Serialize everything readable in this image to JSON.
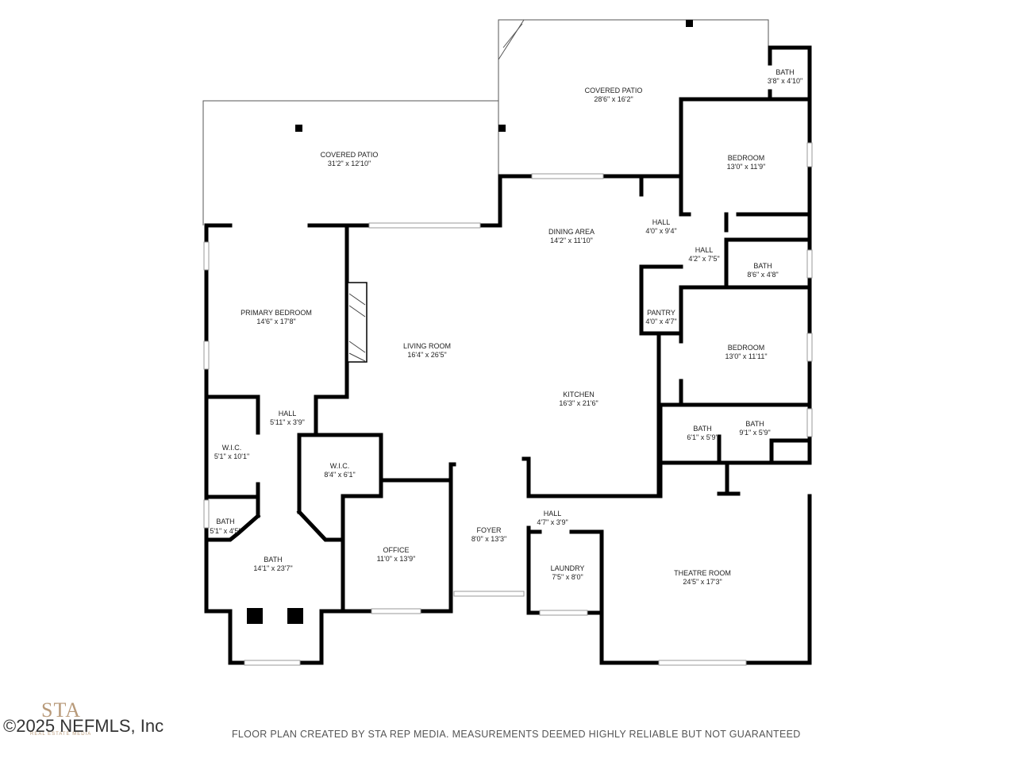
{
  "rooms": {
    "covered_patio_left": {
      "name": "COVERED PATIO",
      "dims": "31'2\" x 12'10\""
    },
    "covered_patio_right": {
      "name": "COVERED PATIO",
      "dims": "28'6\" x 16'2\""
    },
    "bath_top": {
      "name": "BATH",
      "dims": "3'8\" x 4'10\""
    },
    "bedroom_top": {
      "name": "BEDROOM",
      "dims": "13'0\" x 11'9\""
    },
    "hall_a": {
      "name": "HALL",
      "dims": "4'0\" x 9'4\""
    },
    "hall_b": {
      "name": "HALL",
      "dims": "4'2\" x 7'5\""
    },
    "bath_mid": {
      "name": "BATH",
      "dims": "8'6\" x 4'8\""
    },
    "dining": {
      "name": "DINING AREA",
      "dims": "14'2\" x 11'10\""
    },
    "pantry": {
      "name": "PANTRY",
      "dims": "4'0\" x 4'7\""
    },
    "bedroom_mid": {
      "name": "BEDROOM",
      "dims": "13'0\" x 11'11\""
    },
    "primary_bedroom": {
      "name": "PRIMARY BEDROOM",
      "dims": "14'6\" x 17'8\""
    },
    "living": {
      "name": "LIVING ROOM",
      "dims": "16'4\" x 26'5\""
    },
    "kitchen": {
      "name": "KITCHEN",
      "dims": "16'3\" x 21'6\""
    },
    "hall_c": {
      "name": "HALL",
      "dims": "5'11\" x 3'9\""
    },
    "wic_left": {
      "name": "W.I.C.",
      "dims": "5'1\" x 10'1\""
    },
    "wic_mid": {
      "name": "W.I.C.",
      "dims": "8'4\" x 6'1\""
    },
    "bath_a": {
      "name": "BATH",
      "dims": "6'1\" x 5'9\""
    },
    "bath_b": {
      "name": "BATH",
      "dims": "9'1\" x 5'9\""
    },
    "bath_small": {
      "name": "BATH",
      "dims": "5'1\" x 4'5\""
    },
    "bath_primary": {
      "name": "BATH",
      "dims": "14'1\" x 23'7\""
    },
    "office": {
      "name": "OFFICE",
      "dims": "11'0\" x 13'9\""
    },
    "foyer": {
      "name": "FOYER",
      "dims": "8'0\" x 13'3\""
    },
    "hall_d": {
      "name": "HALL",
      "dims": "4'7\" x 3'9\""
    },
    "laundry": {
      "name": "LAUNDRY",
      "dims": "7'5\" x 8'0\""
    },
    "theatre": {
      "name": "THEATRE ROOM",
      "dims": "24'5\" x 17'3\""
    }
  },
  "footer": {
    "disclaimer": "FLOOR PLAN CREATED BY STA REP MEDIA. MEASUREMENTS DEEMED HIGHLY RELIABLE BUT NOT GUARANTEED",
    "copyright": "©2025 NEFMLS, Inc",
    "logo_text": "STA",
    "logo_subtext": "REAL ESTATE MEDIA"
  }
}
